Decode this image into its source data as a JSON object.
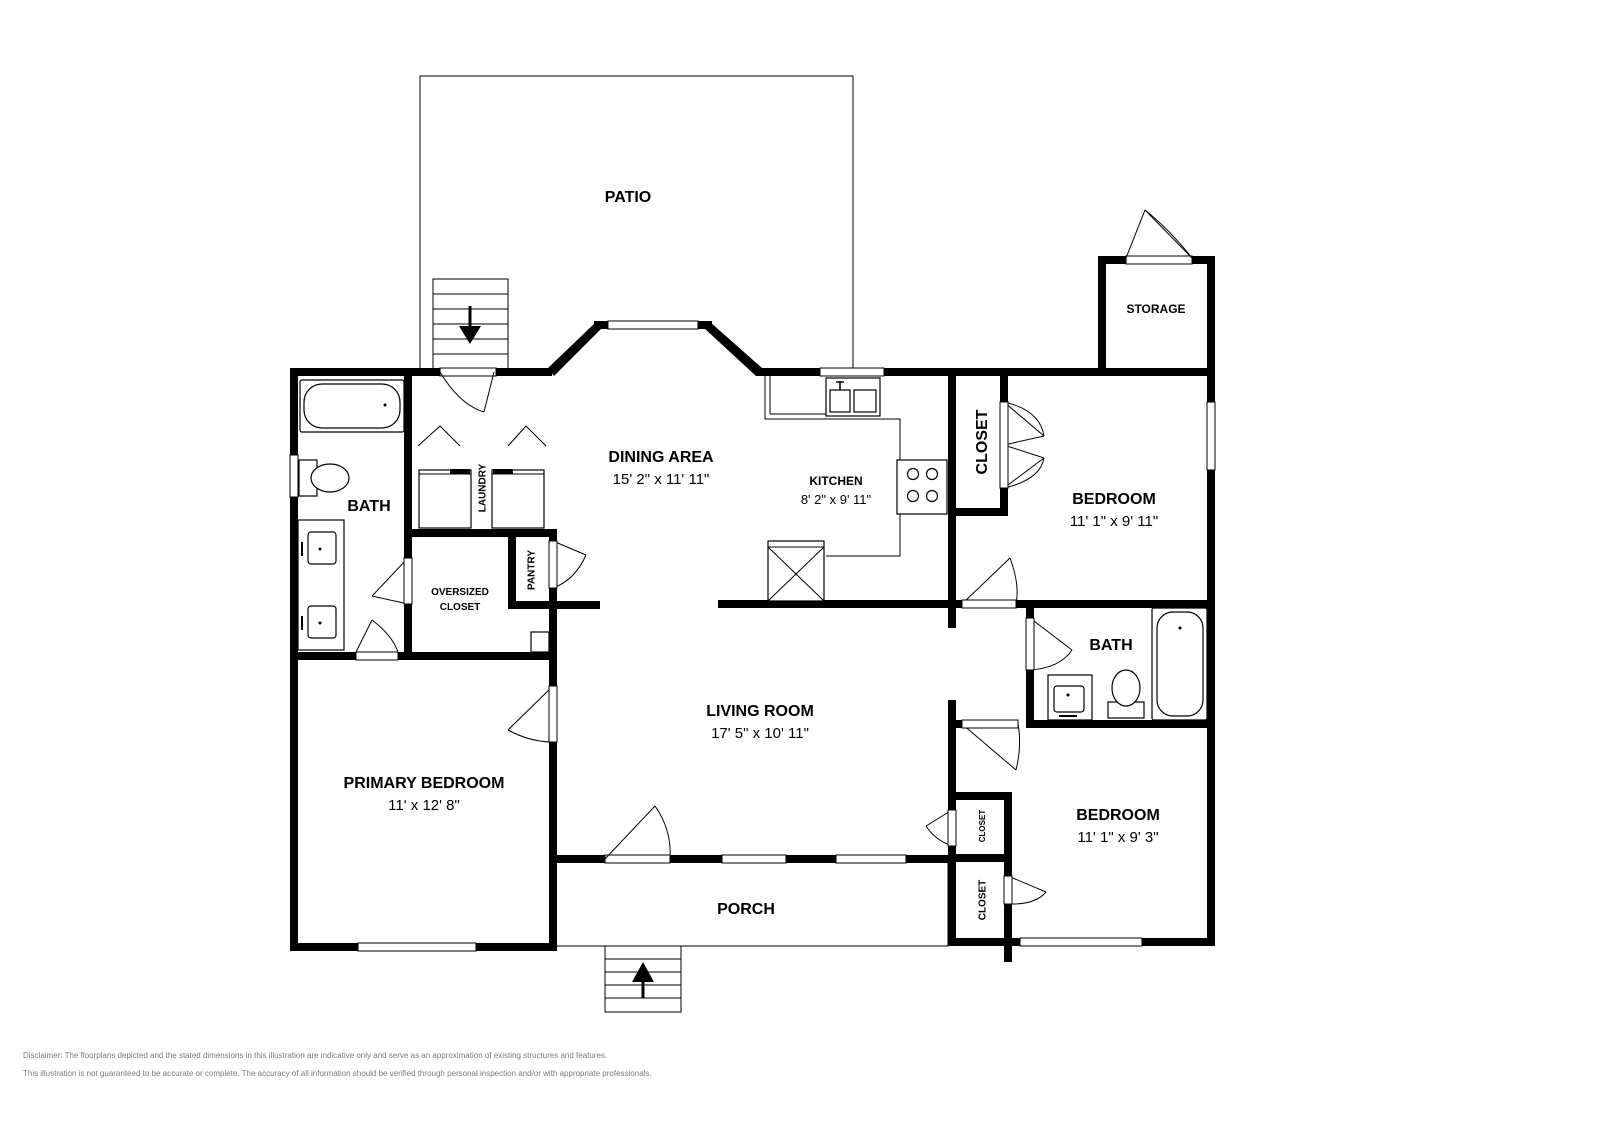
{
  "rooms": {
    "patio": {
      "name": "PATIO"
    },
    "storage": {
      "name": "STORAGE"
    },
    "dining": {
      "name": "DINING AREA",
      "dims": "15' 2\" x 11' 11\""
    },
    "kitchen": {
      "name": "KITCHEN",
      "dims": "8' 2\" x 9' 11\""
    },
    "closet_bed1": {
      "name": "CLOSET"
    },
    "bedroom1": {
      "name": "BEDROOM",
      "dims": "11' 1\" x 9' 11\""
    },
    "bath_main": {
      "name": "BATH"
    },
    "laundry": {
      "name": "LAUNDRY"
    },
    "pantry": {
      "name": "PANTRY"
    },
    "oversized_closet": {
      "name_line1": "OVERSIZED",
      "name_line2": "CLOSET"
    },
    "bath_hall": {
      "name": "BATH"
    },
    "living": {
      "name": "LIVING ROOM",
      "dims": "17' 5\" x 10' 11\""
    },
    "primary_bedroom": {
      "name": "PRIMARY BEDROOM",
      "dims": "11' x 12' 8\""
    },
    "closet_small": {
      "name": "CLOSET"
    },
    "bedroom2": {
      "name": "BEDROOM",
      "dims": "11' 1\" x 9' 3\""
    },
    "closet_bed2": {
      "name": "CLOSET"
    },
    "porch": {
      "name": "PORCH"
    }
  },
  "disclaimer": {
    "line1": "Disclaimer: The floorplans depicted and the stated dimensions in this illustration are indicative only and serve as an approximation of existing structures and features.",
    "line2": "This illustration is not guaranteed to be accurate or complete. The accuracy of all information should be verified through personal inspection and/or with appropriate professionals."
  },
  "icons": [
    "entry-arrow-icon",
    "exit-arrow-icon",
    "bathtub-icon",
    "toilet-icon",
    "sink-icon",
    "stove-icon",
    "washer-icon",
    "dryer-icon",
    "door-swing-icon"
  ]
}
